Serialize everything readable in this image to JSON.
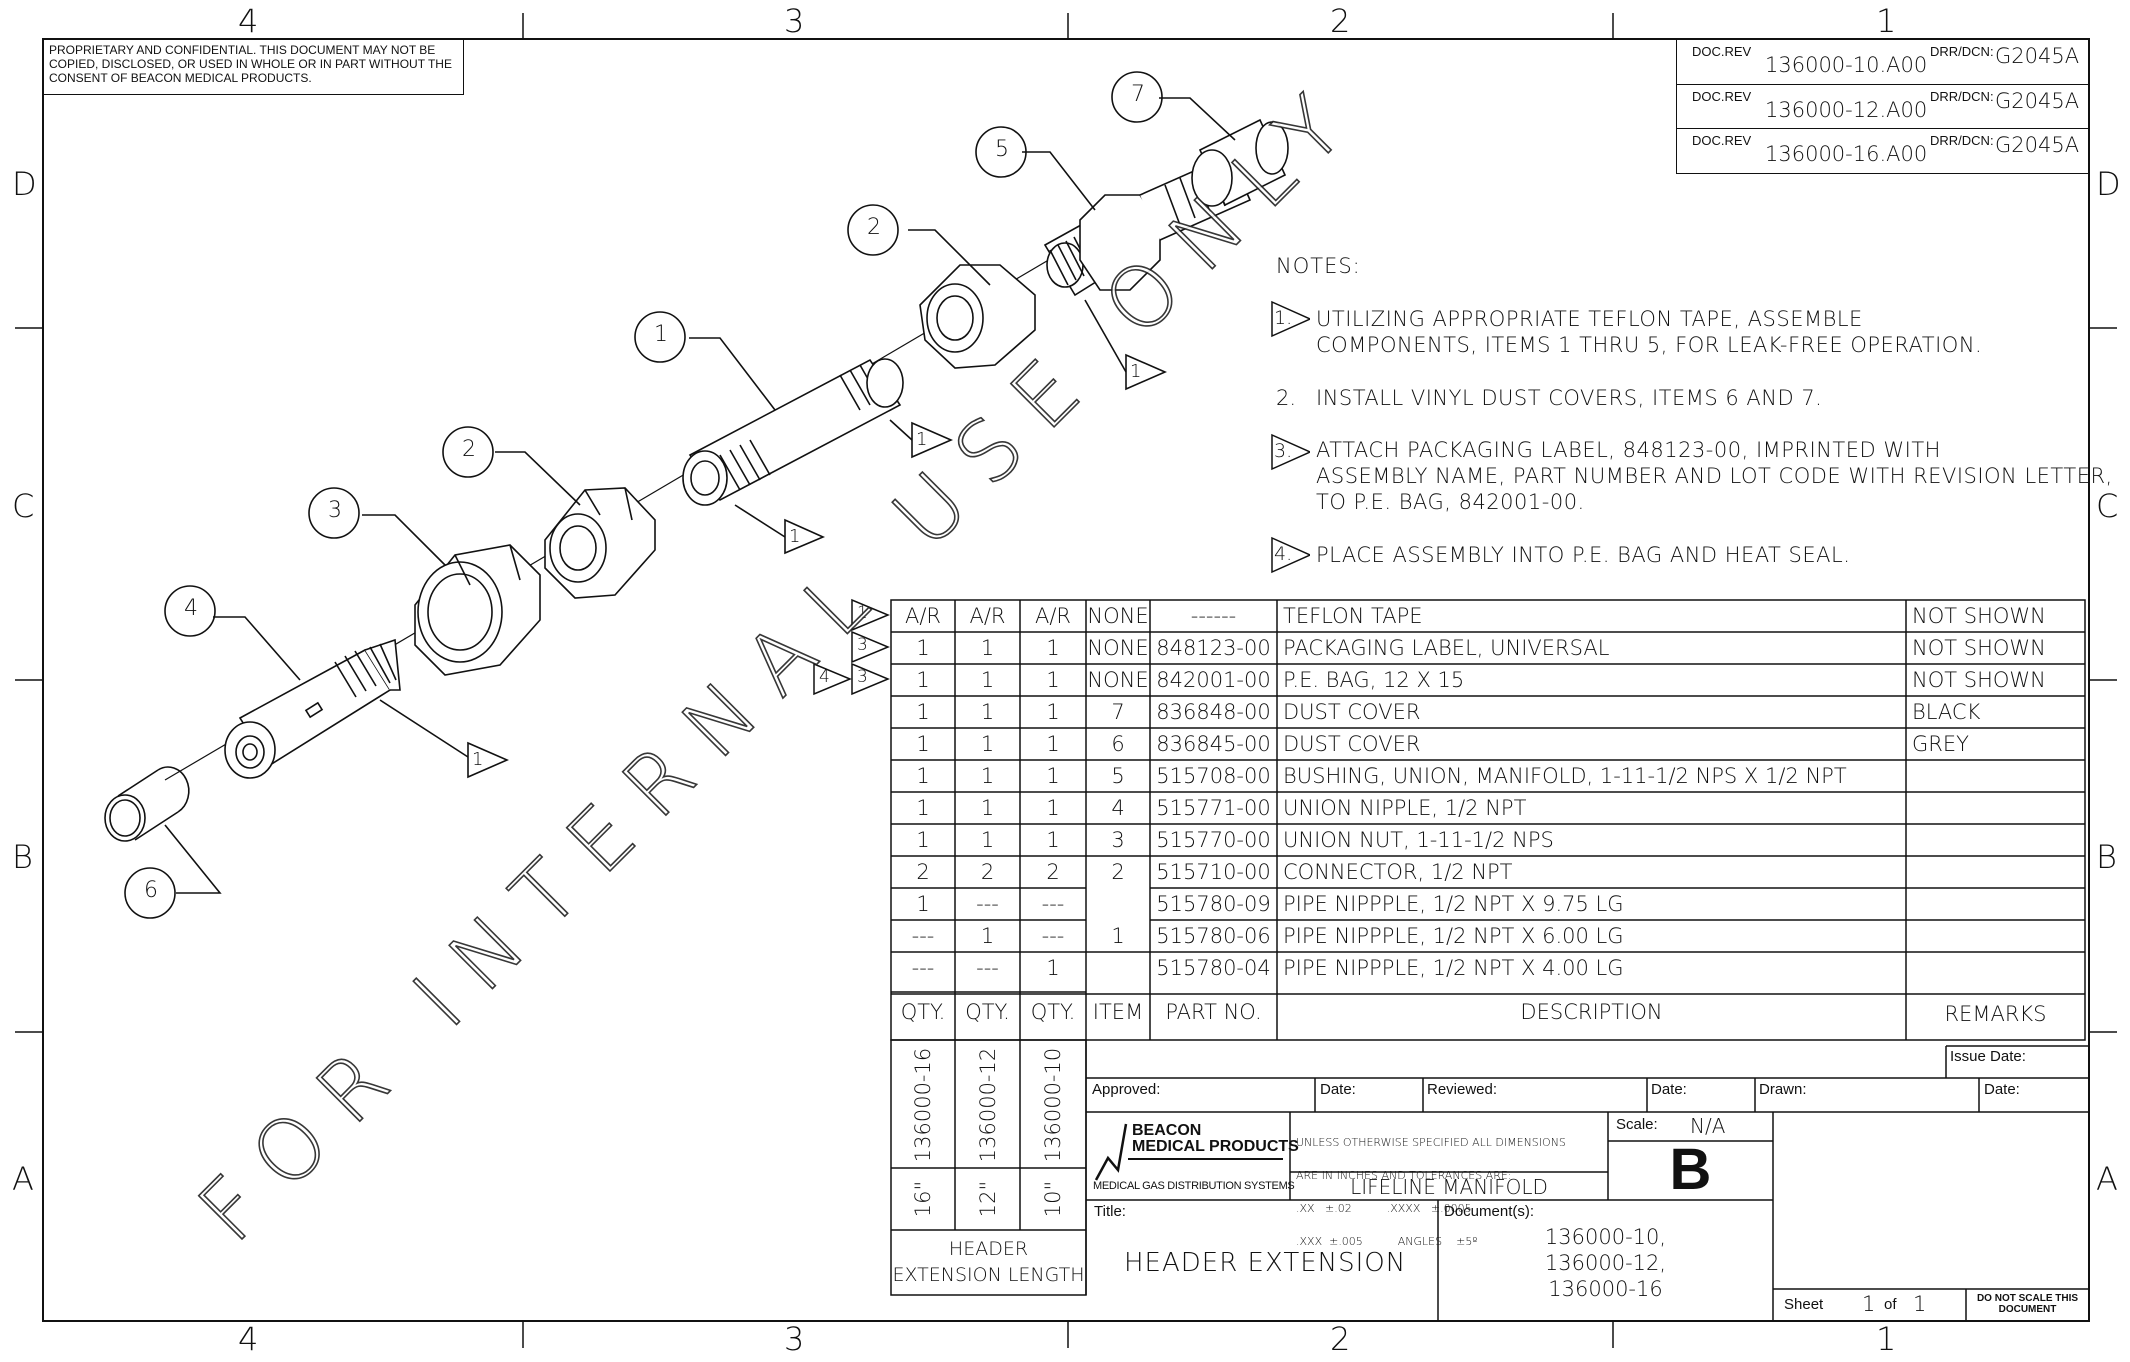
{
  "frame": {
    "col_labels": [
      "4",
      "3",
      "2",
      "1"
    ],
    "row_labels": [
      "D",
      "C",
      "B",
      "A"
    ]
  },
  "confidential": {
    "line1": "PROPRIETARY AND CONFIDENTIAL.  THIS DOCUMENT MAY NOT BE",
    "line2": "COPIED, DISCLOSED, OR USED IN WHOLE OR IN PART WITHOUT THE",
    "line3": "CONSENT OF BEACON MEDICAL PRODUCTS."
  },
  "revisions": {
    "rows": [
      {
        "doc_rev_label": "DOC.REV",
        "doc_rev": "136000-10.A00",
        "dcn_label": "DRR/DCN:",
        "dcn": "G2045A"
      },
      {
        "doc_rev_label": "DOC.REV",
        "doc_rev": "136000-12.A00",
        "dcn_label": "DRR/DCN:",
        "dcn": "G2045A"
      },
      {
        "doc_rev_label": "DOC.REV",
        "doc_rev": "136000-16.A00",
        "dcn_label": "DRR/DCN:",
        "dcn": "G2045A"
      }
    ]
  },
  "notes": {
    "title": "NOTES:",
    "items": [
      {
        "num": "1.",
        "lines": [
          "UTILIZING APPROPRIATE TEFLON TAPE, ASSEMBLE",
          "COMPONENTS, ITEMS 1 THRU 5, FOR LEAK-FREE OPERATION."
        ]
      },
      {
        "num": "2.",
        "lines": [
          "INSTALL VINYL DUST COVERS, ITEMS 6 AND 7."
        ]
      },
      {
        "num": "3.",
        "lines": [
          "ATTACH PACKAGING LABEL, 848123-00, IMPRINTED WITH",
          "ASSEMBLY NAME, PART NUMBER AND LOT CODE WITH REVISION LETTER,",
          "TO P.E. BAG, 842001-00."
        ]
      },
      {
        "num": "4.",
        "lines": [
          "PLACE ASSEMBLY INTO P.E. BAG AND HEAT SEAL."
        ]
      }
    ]
  },
  "watermark": "FOR INTERNAL USE ONLY",
  "balloons": {
    "b1": "1",
    "b2": "2",
    "b3": "3",
    "b4": "4",
    "b5": "5",
    "b6": "6",
    "b7": "7",
    "flag1": "1"
  },
  "bom": {
    "rows": [
      {
        "flags": [
          "",
          "1"
        ],
        "q16": "A/R",
        "q12": "A/R",
        "q10": "A/R",
        "item": "NONE",
        "part": "------",
        "desc": "TEFLON TAPE",
        "remarks": "NOT SHOWN"
      },
      {
        "flags": [
          "",
          "3"
        ],
        "q16": "1",
        "q12": "1",
        "q10": "1",
        "item": "NONE",
        "part": "848123-00",
        "desc": "PACKAGING LABEL, UNIVERSAL",
        "remarks": "NOT SHOWN"
      },
      {
        "flags": [
          "4",
          "3"
        ],
        "q16": "1",
        "q12": "1",
        "q10": "1",
        "item": "NONE",
        "part": "842001-00",
        "desc": "P.E. BAG, 12 X 15",
        "remarks": "NOT SHOWN"
      },
      {
        "flags": [
          "",
          ""
        ],
        "q16": "1",
        "q12": "1",
        "q10": "1",
        "item": "7",
        "part": "836848-00",
        "desc": "DUST COVER",
        "remarks": "BLACK"
      },
      {
        "flags": [
          "",
          ""
        ],
        "q16": "1",
        "q12": "1",
        "q10": "1",
        "item": "6",
        "part": "836845-00",
        "desc": "DUST COVER",
        "remarks": "GREY"
      },
      {
        "flags": [
          "",
          ""
        ],
        "q16": "1",
        "q12": "1",
        "q10": "1",
        "item": "5",
        "part": "515708-00",
        "desc": "BUSHING, UNION, MANIFOLD, 1-11-1/2 NPS X 1/2 NPT",
        "remarks": ""
      },
      {
        "flags": [
          "",
          ""
        ],
        "q16": "1",
        "q12": "1",
        "q10": "1",
        "item": "4",
        "part": "515771-00",
        "desc": "UNION NIPPLE, 1/2 NPT",
        "remarks": ""
      },
      {
        "flags": [
          "",
          ""
        ],
        "q16": "1",
        "q12": "1",
        "q10": "1",
        "item": "3",
        "part": "515770-00",
        "desc": "UNION NUT, 1-11-1/2 NPS",
        "remarks": ""
      },
      {
        "flags": [
          "",
          ""
        ],
        "q16": "2",
        "q12": "2",
        "q10": "2",
        "item": "2",
        "part": "515710-00",
        "desc": "CONNECTOR, 1/2 NPT",
        "remarks": ""
      },
      {
        "flags": [
          "",
          ""
        ],
        "q16": "1",
        "q12": "---",
        "q10": "---",
        "item": "",
        "part": "515780-09",
        "desc": "PIPE NIPPPLE, 1/2 NPT X 9.75 LG",
        "remarks": ""
      },
      {
        "flags": [
          "",
          ""
        ],
        "q16": "---",
        "q12": "1",
        "q10": "---",
        "item": "1",
        "part": "515780-06",
        "desc": "PIPE NIPPPLE, 1/2 NPT X 6.00 LG",
        "remarks": ""
      },
      {
        "flags": [
          "",
          ""
        ],
        "q16": "---",
        "q12": "---",
        "q10": "1",
        "item": "",
        "part": "515780-04",
        "desc": "PIPE NIPPPLE, 1/2 NPT X 4.00 LG",
        "remarks": ""
      }
    ],
    "headers": {
      "qty": "QTY.",
      "item": "ITEM",
      "part": "PART NO.",
      "desc": "DESCRIPTION",
      "remarks": "REMARKS"
    },
    "variants": [
      "136000-16",
      "136000-12",
      "136000-10"
    ],
    "lengths": [
      "16\"",
      "12\"",
      "10\""
    ],
    "length_caption": [
      "HEADER",
      "EXTENSION LENGTH"
    ]
  },
  "title_block": {
    "issue_date_label": "Issue Date:",
    "approved_label": "Approved:",
    "date_label": "Date:",
    "reviewed_label": "Reviewed:",
    "drawn_label": "Drawn:",
    "company_line1": "BEACON",
    "company_line2": "MEDICAL PRODUCTS",
    "company_tagline": "MEDICAL GAS DISTRIBUTION SYSTEMS",
    "tolerance_lines": [
      "UNLESS OTHERWISE SPECIFIED ALL DIMENSIONS",
      "ARE IN INCHES AND TOLERANCES ARE:",
      ".XX   ±.02          .XXXX   ±.0005",
      ".XXX  ±.005          ANGLES    ±5º"
    ],
    "product": "LIFELINE MANIFOLD",
    "scale_label": "Scale:",
    "scale": "N/A",
    "size": "B",
    "title_label": "Title:",
    "title": "HEADER EXTENSION",
    "documents_label": "Document(s):",
    "documents": [
      "136000-10,",
      "136000-12,",
      "136000-16"
    ],
    "sheet_label": "Sheet",
    "sheet": "1",
    "of_label": "of",
    "sheets": "1",
    "do_not_scale": [
      "DO NOT SCALE THIS",
      "DOCUMENT"
    ]
  }
}
